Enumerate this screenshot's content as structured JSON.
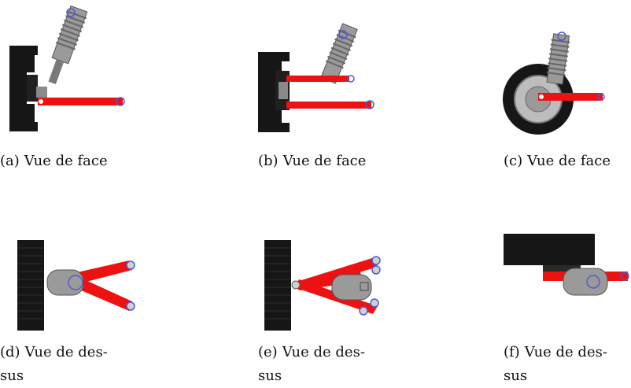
{
  "figure": {
    "colors": {
      "arm_red": "#ee1111",
      "body_black": "#161616",
      "shock_gray": "#8a8a8a",
      "pivot_blue": "#4c5bd4"
    },
    "subfigures": [
      {
        "tag": "(a)",
        "caption": "Vue de face",
        "view": "front-view-drawing",
        "icon": "suspension-front-short-arm"
      },
      {
        "tag": "(b)",
        "caption": "Vue de face",
        "view": "front-view-drawing",
        "icon": "suspension-front-double-wishbone"
      },
      {
        "tag": "(c)",
        "caption": "Vue de face",
        "view": "front-view-drawing",
        "icon": "suspension-front-wheel"
      },
      {
        "tag": "(d)",
        "caption": "Vue de des-sus",
        "caption_line1": "Vue de des-",
        "caption_line2": "sus",
        "view": "top-view-drawing",
        "icon": "suspension-top-v-arm"
      },
      {
        "tag": "(e)",
        "caption": "Vue de des-sus",
        "caption_line1": "Vue de des-",
        "caption_line2": "sus",
        "view": "top-view-drawing",
        "icon": "suspension-top-double-v-arm"
      },
      {
        "tag": "(f)",
        "caption": "Vue de des-sus",
        "caption_line1": "Vue de des-",
        "caption_line2": "sus",
        "view": "top-view-drawing",
        "icon": "suspension-top-wheel"
      }
    ]
  }
}
